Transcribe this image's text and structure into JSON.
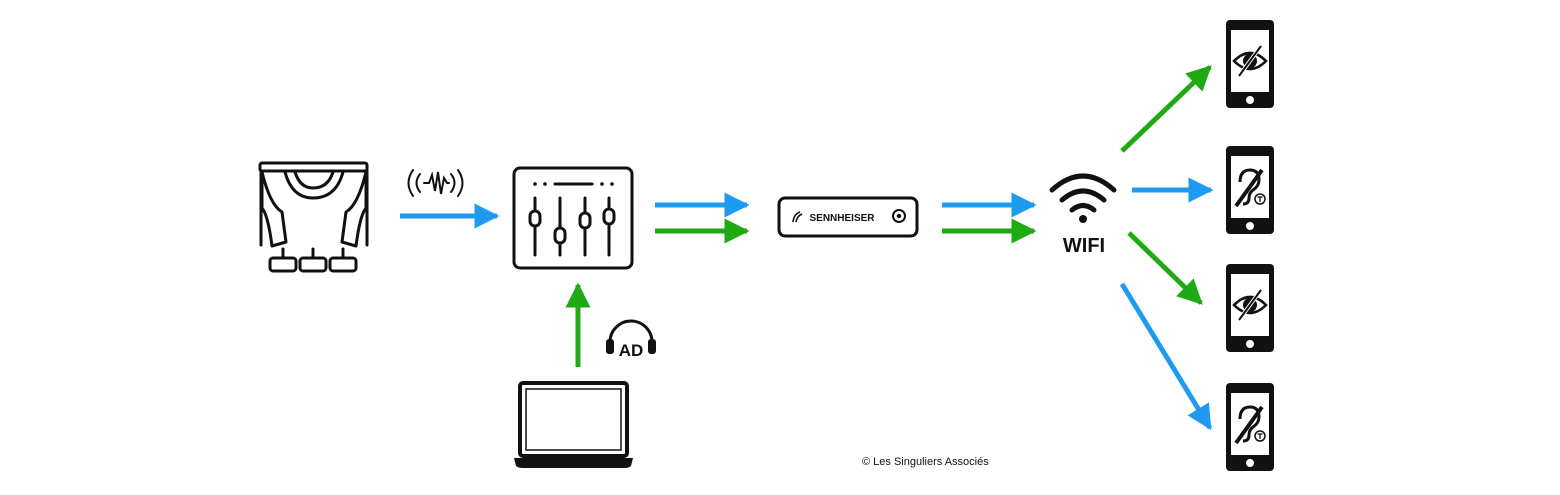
{
  "colors": {
    "blue": "#1E9BF0",
    "green": "#1FAA14",
    "ink": "#111111"
  },
  "nodes": {
    "source": {
      "icon": "theater-stage-icon"
    },
    "mixer": {
      "icon": "audio-mixer-icon"
    },
    "laptop": {
      "icon": "laptop-icon"
    },
    "receiver": {
      "icon": "sennheiser-receiver-icon",
      "brand": "SENNHEISER"
    },
    "wifi": {
      "icon": "wifi-icon",
      "label": "WIFI"
    },
    "devices": [
      {
        "icon": "smartphone-low-vision-icon",
        "feed": "green"
      },
      {
        "icon": "smartphone-hearing-loop-icon",
        "feed": "blue"
      },
      {
        "icon": "smartphone-low-vision-icon",
        "feed": "green"
      },
      {
        "icon": "smartphone-hearing-loop-icon",
        "feed": "blue"
      }
    ]
  },
  "annotations": {
    "sound_wave": {
      "icon": "sound-wave-icon"
    },
    "audio_description": {
      "icon": "headphones-icon",
      "label": "AD"
    }
  },
  "footer": {
    "credit": "© Les Singuliers Associés"
  }
}
